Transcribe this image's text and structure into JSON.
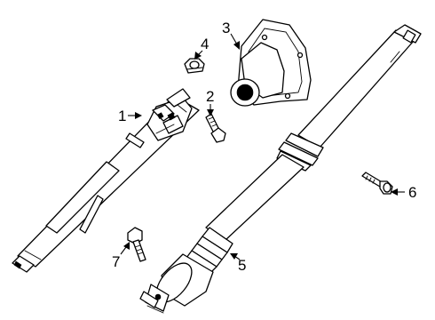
{
  "diagram": {
    "callouts": [
      {
        "id": "1",
        "part": "intermediate-shaft-joint"
      },
      {
        "id": "2",
        "part": "pinch-bolt"
      },
      {
        "id": "3",
        "part": "steering-column-boot-seal"
      },
      {
        "id": "4",
        "part": "nut"
      },
      {
        "id": "5",
        "part": "steering-shaft"
      },
      {
        "id": "6",
        "part": "mounting-bolt"
      },
      {
        "id": "7",
        "part": "bolt"
      }
    ],
    "colors": {
      "line": "#000000",
      "background": "#ffffff"
    }
  }
}
